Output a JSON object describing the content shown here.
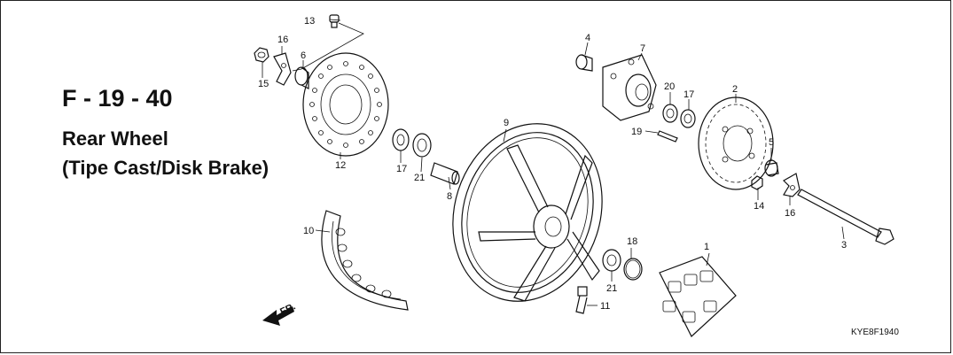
{
  "diagram": {
    "code": "F - 19 - 40",
    "name_line1": "Rear Wheel",
    "name_line2": "(Tipe Cast/Disk Brake)",
    "ref_code": "KYE8F1940",
    "fr_label": "FR.",
    "callouts": [
      "1",
      "2",
      "3",
      "4",
      "5",
      "6",
      "7",
      "8",
      "9",
      "10",
      "11",
      "12",
      "13",
      "14",
      "15",
      "16",
      "16",
      "17",
      "17",
      "18",
      "19",
      "20",
      "21",
      "21"
    ]
  }
}
